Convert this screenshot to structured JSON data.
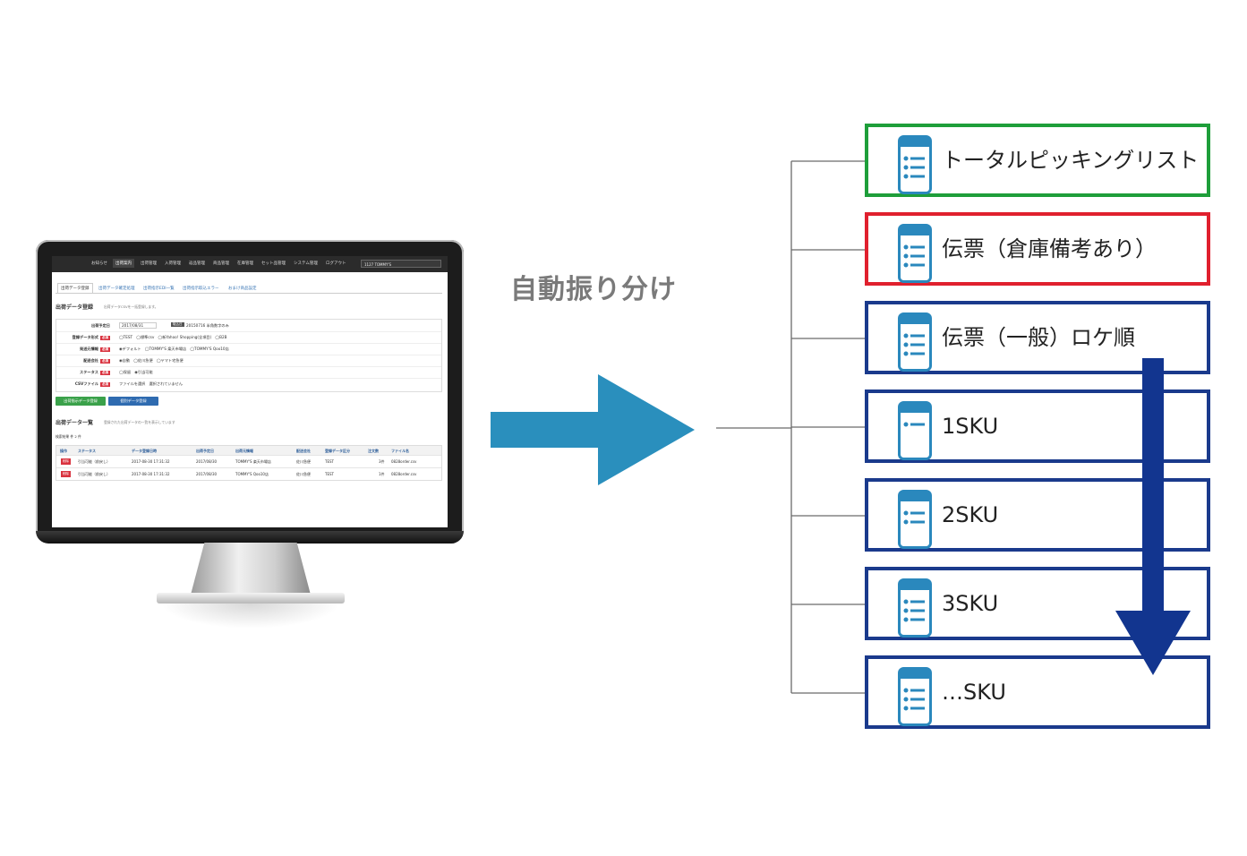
{
  "caption": "自動振り分け",
  "colors": {
    "arrow_teal": "#2a8fbd",
    "arrow_navy": "#12358f",
    "green": "#1e9e3a",
    "red": "#e0202e",
    "navy": "#1a3a8c",
    "connector": "#6b6b6b",
    "icon": "#2a88bd"
  },
  "outputs": [
    {
      "label": "トータルピッキングリスト",
      "border": "#1e9e3a"
    },
    {
      "label": "伝票（倉庫備考あり）",
      "border": "#e0202e"
    },
    {
      "label": "伝票（一般）ロケ順",
      "border": "#1a3a8c"
    },
    {
      "label": "1SKU",
      "border": "#1a3a8c"
    },
    {
      "label": "2SKU",
      "border": "#1a3a8c"
    },
    {
      "label": "3SKU",
      "border": "#1a3a8c"
    },
    {
      "label": "…SKU",
      "border": "#1a3a8c"
    }
  ],
  "icon_name": "document-list-icon",
  "screen": {
    "nav": [
      "お知らせ",
      "出荷案内",
      "出荷管理",
      "入荷管理",
      "返品管理",
      "商品管理",
      "在庫管理",
      "セット品管理",
      "システム管理",
      "ログアウト"
    ],
    "nav_select": "1127 TOMMY'S",
    "tabs": [
      "出荷データ登録",
      "出荷データ確定処理",
      "出荷指示EDI一覧",
      "出荷指示取込エラー",
      "おまけ商品設定"
    ],
    "heading": "出荷データ登録",
    "heading_hint": "出荷データCSVを一括登録します。",
    "form_rows": [
      {
        "label": "出荷予定日",
        "required": false,
        "value": "2017/08/31",
        "note_badge": "取込日",
        "note": "20150716 半角数字のみ"
      },
      {
        "label": "登録データ形式",
        "required": true,
        "value": "◯TEST　◯標準csv　◯新Yahoo! Shopping(全項目)　◯B2B"
      },
      {
        "label": "発送元情報",
        "required": true,
        "value": "◉デフォルト　◯TOMMY'S 楽天市場店　◯TOMMY'S Qoo10店"
      },
      {
        "label": "配送会社",
        "required": true,
        "value": "◉自動　◯佐川急便　◯ヤマト宅急便"
      },
      {
        "label": "ステータス",
        "required": true,
        "value": "◯保留　◉引当可能"
      },
      {
        "label": "CSVファイル",
        "required": true,
        "value": "ファイルを選択　選択されていません"
      }
    ],
    "required_badge": "必須",
    "buttons": [
      "出荷指示データ登録",
      "個別データ登録"
    ],
    "list_heading": "出荷データ一覧",
    "list_hint": "登録された出荷データの一覧を表示しています",
    "result_count": "検索結果 件 2 件",
    "table_headers": [
      "操作",
      "ステータス",
      "データ登録日時",
      "出荷予定日",
      "出荷元情報",
      "配送会社",
      "登録データ区分",
      "注文数",
      "ファイル名"
    ],
    "table_rows": [
      [
        "削除",
        "引当可能（前戻し）",
        "2017-08-30 17:31:32",
        "2017/08/30",
        "TOMMY'S 楽天市場店",
        "佐川急便",
        "TEST",
        "3件",
        "0828order.csv"
      ],
      [
        "削除",
        "引当可能（前戻し）",
        "2017-08-30 17:31:32",
        "2017/08/30",
        "TOMMY'S Qoo10店",
        "佐川急便",
        "TEST",
        "1件",
        "0828order.csv"
      ]
    ]
  }
}
